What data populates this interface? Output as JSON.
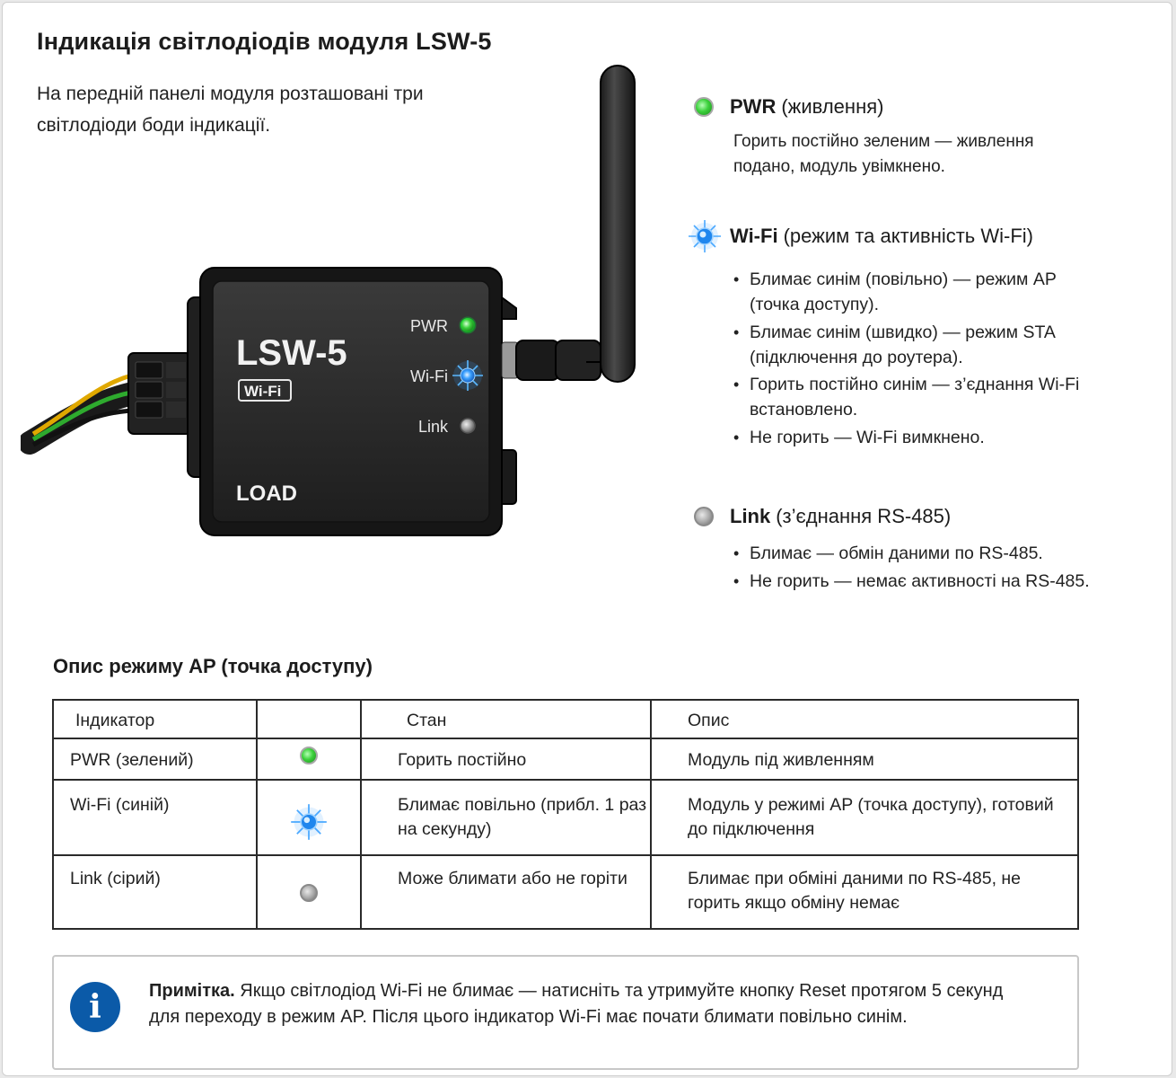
{
  "title": "Індикація світлодіодів модуля LSW-5",
  "intro": "На передній панелі модуля розташовані три світлодіоди боди індикації.",
  "device": {
    "model": "LSW-5",
    "badge": "Wi-Fi",
    "footer": "LOAD",
    "leds": [
      "PWR",
      "Wi-Fi",
      "Link"
    ]
  },
  "legend": {
    "pwr": {
      "name": "PWR",
      "sub": "(живлення)",
      "desc": "Горить постійно зеленим — живлення подано, модуль увімкнено."
    },
    "wifi": {
      "name": "Wi-Fi",
      "sub": "(режим та активність Wi-Fi)",
      "items": [
        "Блимає синім (повільно) — режим AP (точка доступу).",
        "Блимає синім (швидко) — режим STA (підключення до роутера).",
        "Горить постійно синім — з’єднання Wi-Fi встановлено.",
        "Не горить — Wi-Fi вимкнено."
      ]
    },
    "link": {
      "name": "Link",
      "sub": "(з’єднання RS-485)",
      "items": [
        "Блимає — обмін даними по RS-485.",
        "Не горить — немає активності на RS-485."
      ]
    }
  },
  "table": {
    "title": "Опис режиму AP (точка доступу)",
    "headers": [
      "Індикатор",
      "",
      "Стан",
      "Опис"
    ],
    "rows": [
      {
        "indicator": "PWR (зелений)",
        "icon": "green-led-icon",
        "state": "Горить постійно",
        "desc": "Модуль під живленням"
      },
      {
        "indicator": "Wi-Fi (синій)",
        "icon": "blue-led-icon",
        "state": "Блимає повільно (прибл. 1 раз на секунду)",
        "desc": "Модуль у режимі AP (точка доступу), готовий до підключення"
      },
      {
        "indicator": "Link (сірий)",
        "icon": "gray-led-icon",
        "state": "Може блимати або не горіти",
        "desc": "Блимає при обміні даними по RS-485, не горить якщо обміну немає"
      }
    ]
  },
  "note": {
    "label": "Примітка.",
    "text": "Якщо світлодіод Wi-Fi не блимає — натисніть та утримуйте кнопку Reset протягом 5 секунд для переходу в режим AP. Після цього індикатор Wi-Fi має почати блимати повільно синім.",
    "icon": "info-icon"
  },
  "colors": {
    "led_green": "#3cd13c",
    "led_blue": "#2a8cff",
    "led_gray": "#a6a6a6",
    "info_blue": "#0b5aa8",
    "device_body": "#262626"
  }
}
